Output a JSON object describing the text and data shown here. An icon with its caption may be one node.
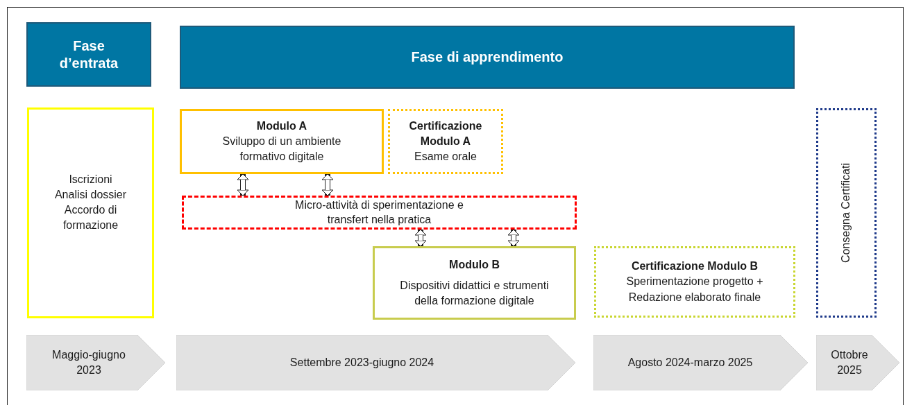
{
  "diagram": {
    "nodes": [
      {
        "text": [
          "Fase d’entrata"
        ]
      },
      {
        "text": [
          "Fase di apprendimento"
        ]
      },
      {
        "text": [
          "Iscrizioni",
          "Analisi dossier",
          "Accordo di formazione"
        ]
      },
      {
        "text": [
          "Modulo A",
          "Sviluppo di un ambiente formativo digitale"
        ]
      },
      {
        "text": [
          "Certificazione Modulo A",
          "Esame orale"
        ]
      },
      {
        "text": [
          "Micro-attività di sperimentazione e transfert nella pratica"
        ]
      },
      {
        "text": [
          "Modulo B",
          "Dispositivi didattici e strumenti della formazione digitale"
        ]
      },
      {
        "text": [
          "Certificazione Modulo B",
          "Sperimentazione progetto + Redazione elaborato finale"
        ]
      },
      {
        "text": [
          "Consegna Certificati"
        ]
      },
      {
        "text": [
          "Maggio-giugno 2023"
        ]
      },
      {
        "text": [
          "Settembre 2023-giugno 2024"
        ]
      },
      {
        "text": [
          "Agosto 2024-marzo 2025"
        ]
      },
      {
        "text": [
          "Ottobre 2025"
        ]
      }
    ],
    "edges": [
      {
        "from": 3,
        "to": 5,
        "arrow": "both"
      },
      {
        "from": 3,
        "to": 5,
        "arrow": "both"
      },
      {
        "from": 5,
        "to": 6,
        "arrow": "both"
      },
      {
        "from": 5,
        "to": 6,
        "arrow": "both"
      }
    ]
  }
}
